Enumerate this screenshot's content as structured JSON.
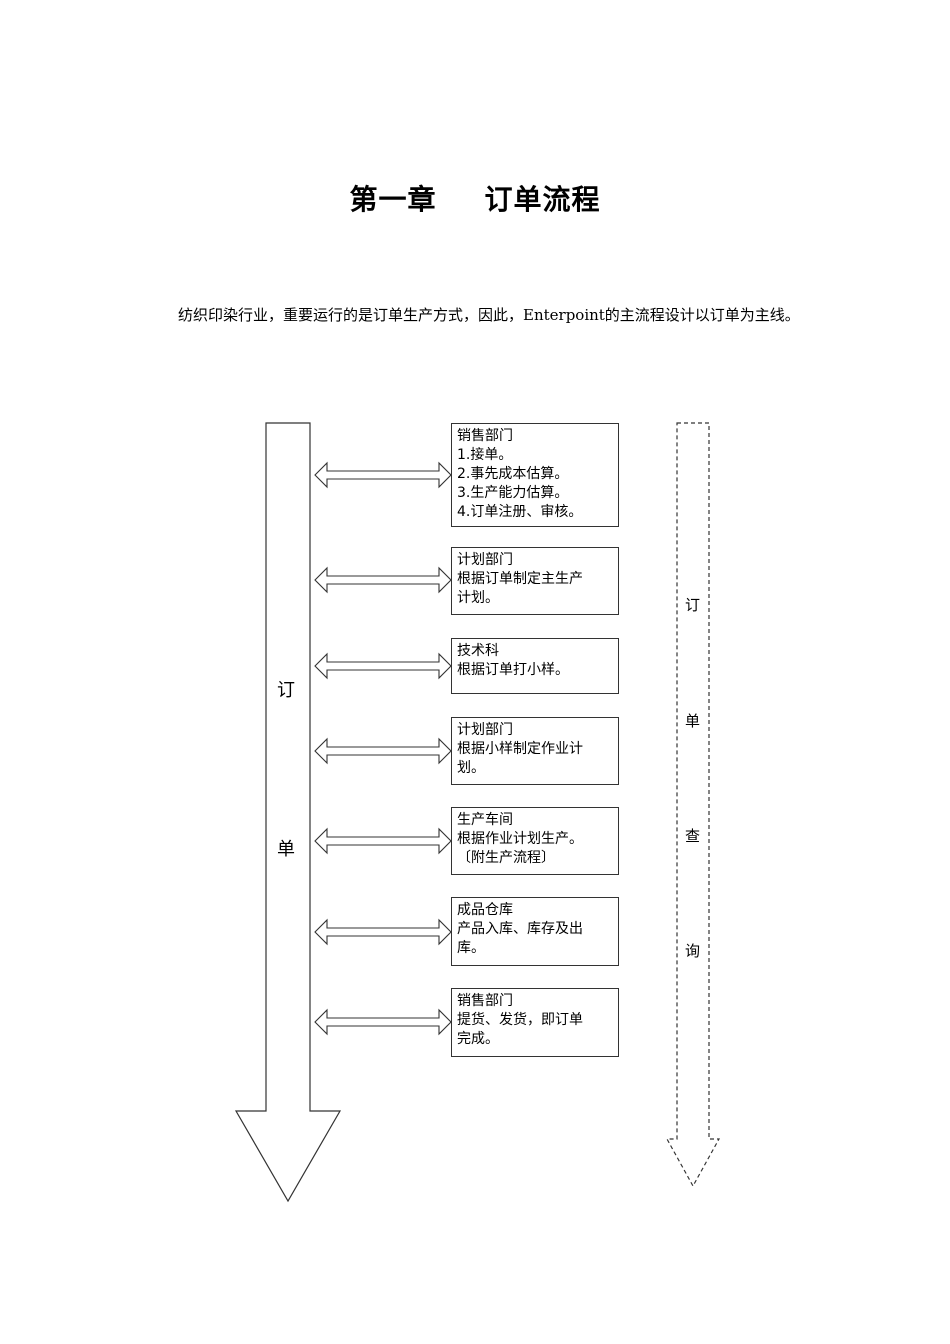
{
  "heading": {
    "chapter": "第一章",
    "title": "订单流程"
  },
  "intro": "纺织印染行业，重要运行的是订单生产方式，因此，Enterpoint的主流程设计以订单为主线。",
  "main_flow": {
    "chars": [
      "订",
      "单"
    ]
  },
  "query_flow": {
    "chars": [
      "订",
      "单",
      "查",
      "询"
    ]
  },
  "steps": [
    {
      "dept": "销售部门",
      "lines": [
        "1.接单。",
        "2.事先成本估算。",
        "3.生产能力估算。",
        "4.订单注册、审核。"
      ]
    },
    {
      "dept": "计划部门",
      "lines": [
        "根据订单制定主生产",
        "计划。"
      ]
    },
    {
      "dept": "技术科",
      "lines": [
        "根据订单打小样。"
      ]
    },
    {
      "dept": "计划部门",
      "lines": [
        "根据小样制定作业计",
        "划。"
      ]
    },
    {
      "dept": "生产车间",
      "lines": [
        "根据作业计划生产。",
        "〔附生产流程〕"
      ]
    },
    {
      "dept": "成品仓库",
      "lines": [
        "产品入库、库存及出",
        "库。"
      ]
    },
    {
      "dept": "销售部门",
      "lines": [
        "提货、发货，即订单",
        "完成。"
      ]
    }
  ]
}
